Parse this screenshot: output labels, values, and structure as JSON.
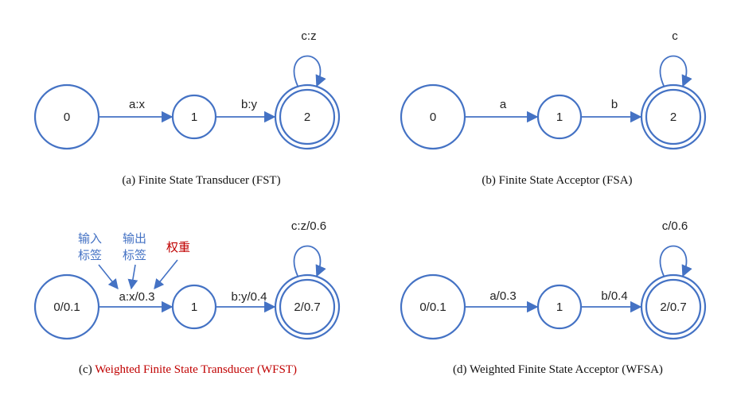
{
  "panels": {
    "a": {
      "states": [
        "0",
        "1",
        "2"
      ],
      "edges": {
        "e01": "a:x",
        "e12": "b:y",
        "loop": "c:z"
      },
      "caption": "(a) Finite State Transducer (FST)"
    },
    "b": {
      "states": [
        "0",
        "1",
        "2"
      ],
      "edges": {
        "e01": "a",
        "e12": "b",
        "loop": "c"
      },
      "caption": "(b) Finite State Acceptor (FSA)"
    },
    "c": {
      "states": [
        "0/0.1",
        "1",
        "2/0.7"
      ],
      "edges": {
        "e01": "a:x/0.3",
        "e12": "b:y/0.4",
        "loop": "c:z/0.6"
      },
      "caption_prefix": "(c) ",
      "caption_highlight": "Weighted Finite State Transducer (WFST)",
      "annotations": {
        "input_label_line1": "输入",
        "input_label_line2": "标签",
        "output_label_line1": "输出",
        "output_label_line2": "标签",
        "weight_label": "权重"
      }
    },
    "d": {
      "states": [
        "0/0.1",
        "1",
        "2/0.7"
      ],
      "edges": {
        "e01": "a/0.3",
        "e12": "b/0.4",
        "loop": "c/0.6"
      },
      "caption": "(d) Weighted Finite State Acceptor (WFSA)"
    }
  },
  "colors": {
    "node_stroke": "#4472c4",
    "highlight_red": "#c00000",
    "annotation_blue": "#4472c4"
  }
}
